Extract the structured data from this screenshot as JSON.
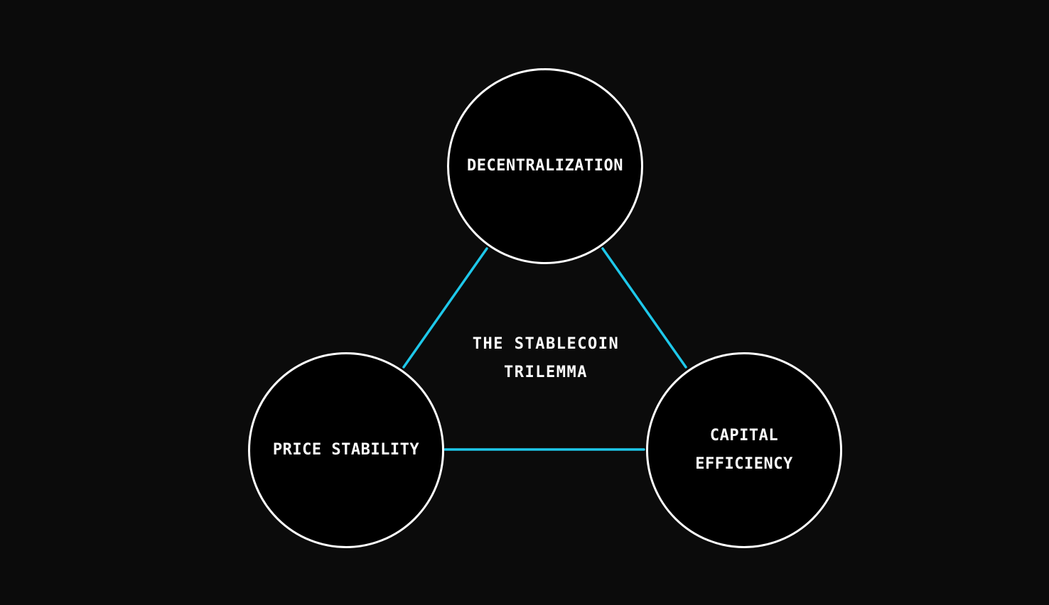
{
  "colors": {
    "background": "#0b0b0b",
    "node_fill": "#000000",
    "node_border": "#ffffff",
    "connector": "#1ec8ea",
    "text": "#ffffff"
  },
  "diagram": {
    "center_title": {
      "line1": "THE STABLECOIN",
      "line2": "TRILEMMA"
    },
    "nodes": {
      "top": {
        "line1": "DECENTRALIZATION"
      },
      "left": {
        "line1": "PRICE STABILITY"
      },
      "right": {
        "line1": "CAPITAL",
        "line2": "EFFICIENCY"
      }
    }
  }
}
